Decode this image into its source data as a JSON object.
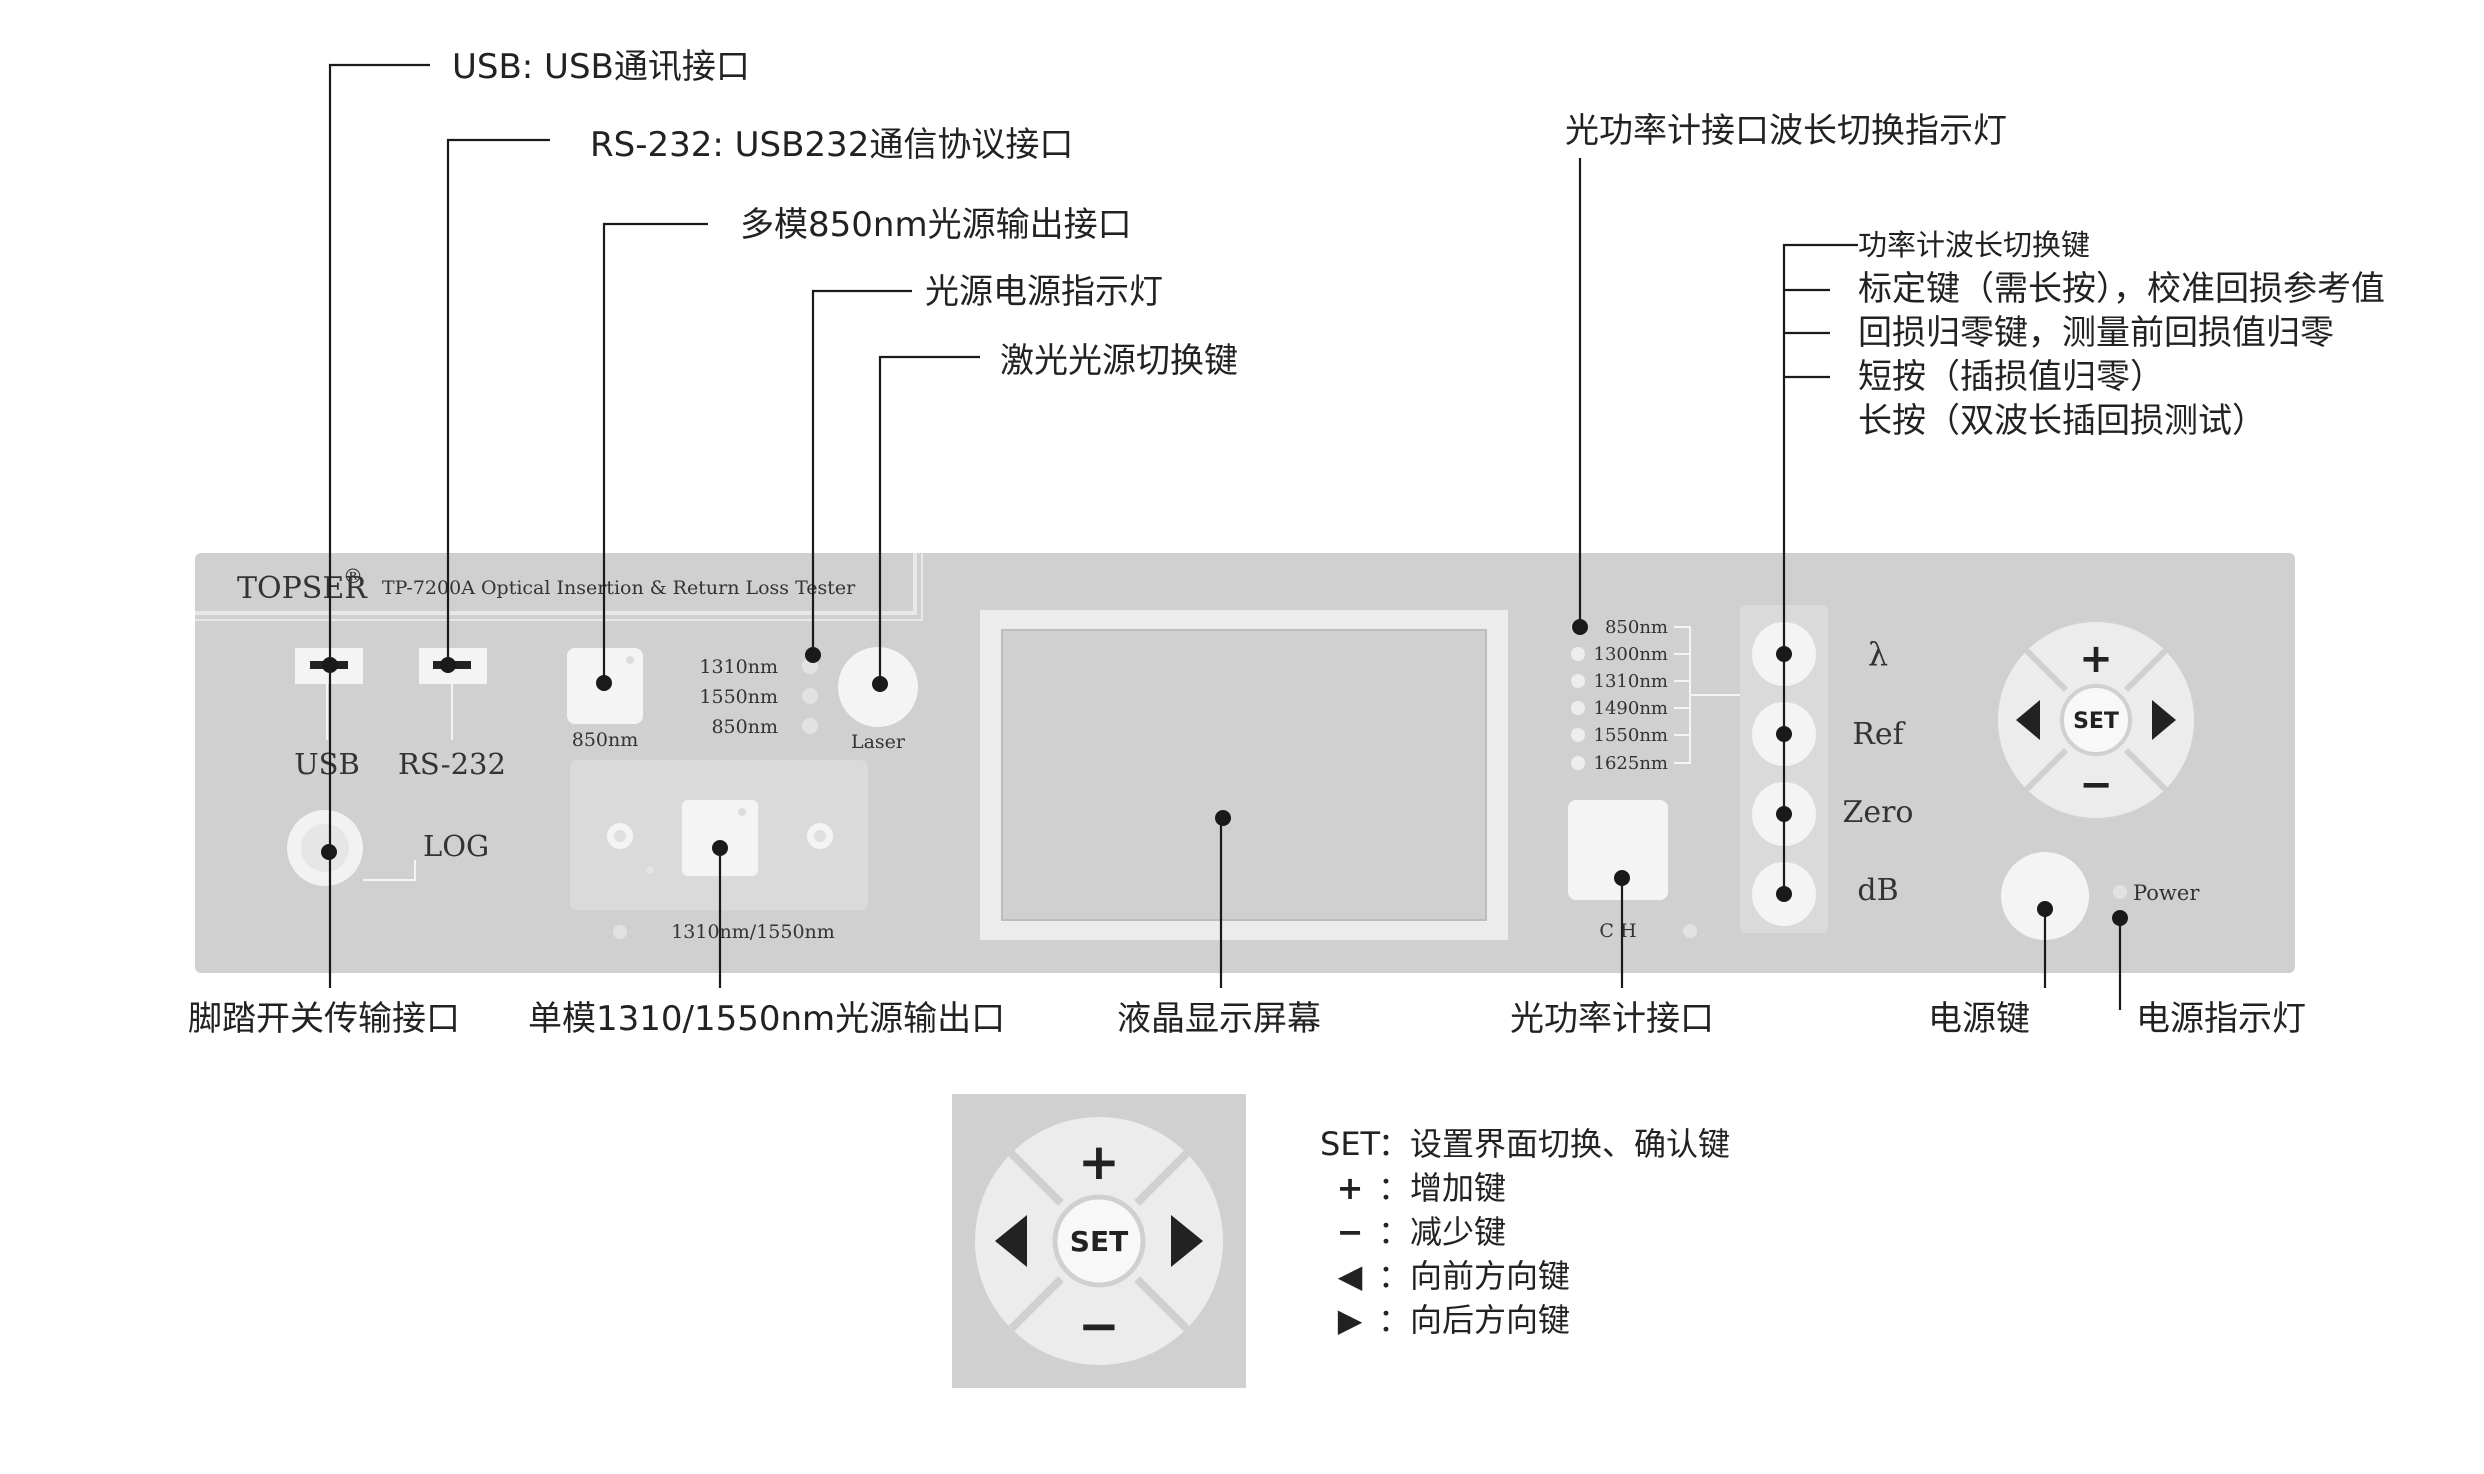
{
  "panel": {
    "brand": "TOPSER",
    "brand_mark": "®",
    "model": "TP-7200A Optical Insertion & Return Loss Tester",
    "ports": {
      "usb": "USB",
      "rs232": "RS-232",
      "log": "LOG",
      "mm850": "850nm",
      "laser": "Laser",
      "sm_output": "1310nm/1550nm",
      "power": "Power",
      "ch": "C H"
    },
    "source_wavelengths": [
      "1310nm",
      "1550nm",
      "850nm"
    ],
    "meter_wavelengths": [
      "850nm",
      "1300nm",
      "1310nm",
      "1490nm",
      "1550nm",
      "1625nm"
    ],
    "keys": {
      "lambda": "λ",
      "ref": "Ref",
      "zero": "Zero",
      "db": "dB"
    },
    "nav": {
      "set": "SET",
      "plus": "+",
      "minus": "−"
    }
  },
  "callouts": {
    "usb": "USB: USB通讯接口",
    "rs232": "RS-232: USB232通信协议接口",
    "mm850": "多模850nm光源输出接口",
    "source_led": "光源电源指示灯",
    "laser_key": "激光光源切换键",
    "meter_led": "光功率计接口波长切换指示灯",
    "lambda_key": "功率计波长切换键",
    "ref_key": "标定键（需长按），校准回损参考值",
    "zero_key": "回损归零键，测量前回损值归零",
    "db_short": "短按（插损值归零）",
    "db_long": "长按（双波长插回损测试）",
    "footswitch": "脚踏开关传输接口",
    "sm_output": "单模1310/1550nm光源输出口",
    "lcd": "液晶显示屏幕",
    "meter_port": "光功率计接口",
    "power_key": "电源键",
    "power_led": "电源指示灯"
  },
  "legend": [
    {
      "key": "SET",
      "text": "：设置界面切换、确认键"
    },
    {
      "key": "+",
      "text": "：增加键"
    },
    {
      "key": "−",
      "text": "：减少键"
    },
    {
      "key": "◀",
      "text": "：向前方向键"
    },
    {
      "key": "▶",
      "text": "：向后方向键"
    }
  ],
  "colors": {
    "panel": "#d0d0d0",
    "panel_light": "#e4e4e4",
    "button": "#f2f2f2",
    "line": "#1a1a1a",
    "text": "#222222"
  }
}
